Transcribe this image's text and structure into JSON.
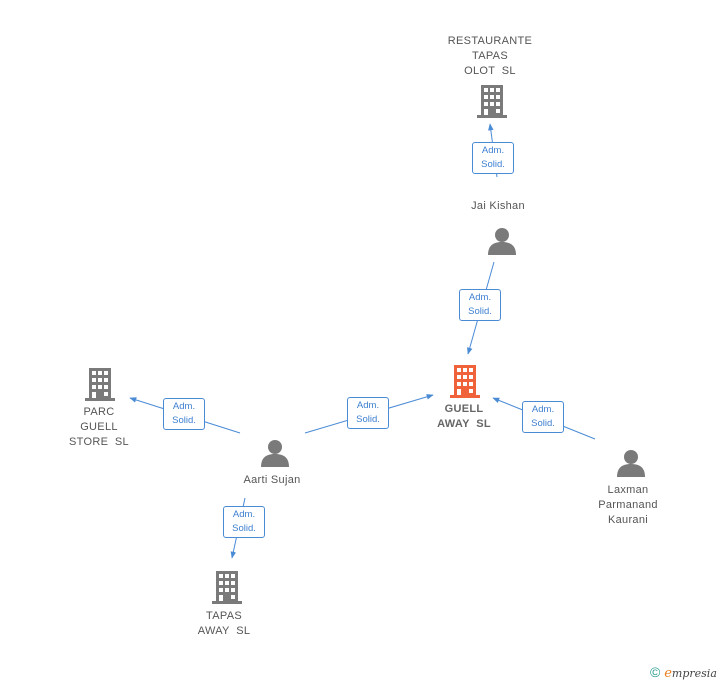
{
  "colors": {
    "accent": "#4a8bd6",
    "focus_company": "#f0623a",
    "company": "#7a7a7a",
    "person": "#7a7a7a",
    "text": "#555555"
  },
  "nodes": {
    "restaurante": {
      "lines": [
        "RESTAURANTE",
        "TAPAS",
        "OLOT  SL"
      ],
      "icon": "building-icon"
    },
    "jai": {
      "lines": [
        "Jai Kishan"
      ],
      "icon": "person-icon"
    },
    "guell": {
      "lines": [
        "GUELL",
        "AWAY  SL"
      ],
      "icon": "building-icon"
    },
    "parc": {
      "lines": [
        "PARC",
        "GUELL",
        "STORE  SL"
      ],
      "icon": "building-icon"
    },
    "aarti": {
      "lines": [
        "Aarti Sujan"
      ],
      "icon": "person-icon"
    },
    "laxman": {
      "lines": [
        "Laxman",
        "Parmanand",
        "Kaurani"
      ],
      "icon": "person-icon"
    },
    "tapas": {
      "lines": [
        "TAPAS",
        "AWAY  SL"
      ],
      "icon": "building-icon"
    }
  },
  "edges": [
    {
      "from": "jai",
      "to": "restaurante",
      "label": [
        "Adm.",
        "Solid."
      ]
    },
    {
      "from": "jai",
      "to": "guell",
      "label": [
        "Adm.",
        "Solid."
      ]
    },
    {
      "from": "aarti",
      "to": "parc",
      "label": [
        "Adm.",
        "Solid."
      ]
    },
    {
      "from": "aarti",
      "to": "guell",
      "label": [
        "Adm.",
        "Solid."
      ]
    },
    {
      "from": "laxman",
      "to": "guell",
      "label": [
        "Adm.",
        "Solid."
      ]
    },
    {
      "from": "aarti",
      "to": "tapas",
      "label": [
        "Adm.",
        "Solid."
      ]
    }
  ],
  "footer": {
    "copyright": "©",
    "brand_initial": "e",
    "brand_rest": "mpresia"
  }
}
